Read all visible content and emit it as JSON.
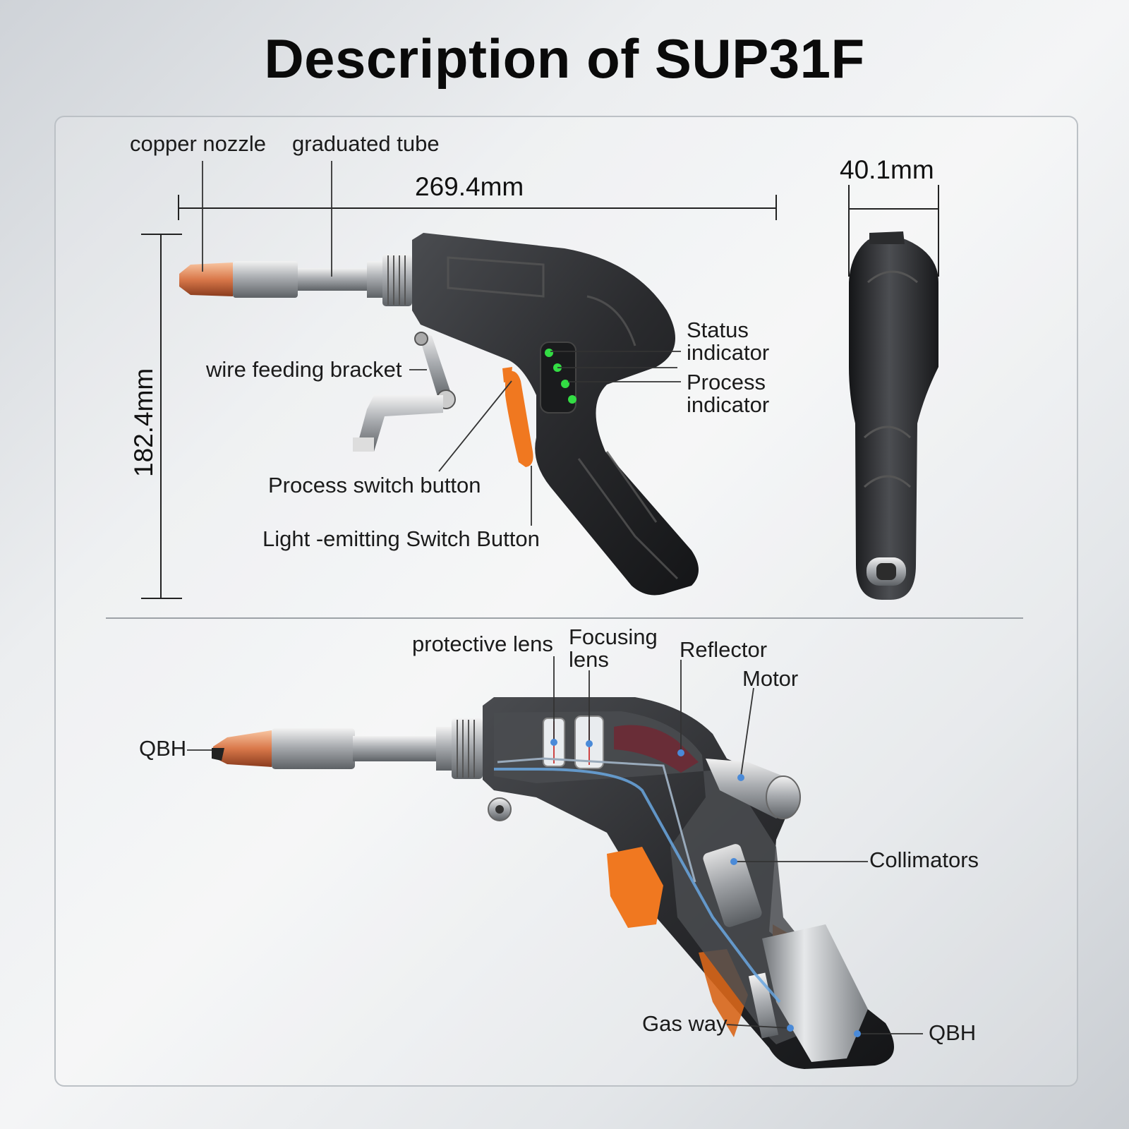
{
  "title": "Description of SUP31F",
  "dimensions": {
    "length": "269.4mm",
    "height": "182.4mm",
    "width": "40.1mm"
  },
  "top_labels": {
    "copper_nozzle": "copper nozzle",
    "graduated_tube": "graduated tube",
    "wire_feeding_bracket": "wire feeding bracket",
    "status_indicator_1": "Status",
    "status_indicator_2": "indicator",
    "process_indicator_1": "Process",
    "process_indicator_2": "indicator",
    "process_switch_button": "Process switch button",
    "light_switch_button": "Light -emitting Switch Button"
  },
  "bottom_labels": {
    "protective_lens": "protective lens",
    "focusing_lens_1": "Focusing",
    "focusing_lens_2": "lens",
    "reflector": "Reflector",
    "motor": "Motor",
    "qbh_left": "QBH",
    "collimators": "Collimators",
    "gas_way": "Gas way",
    "qbh_right": "QBH"
  },
  "colors": {
    "body": "#2b2c2e",
    "trigger": "#f07820",
    "copper": "#e08a5a",
    "led": "#33dd44"
  }
}
